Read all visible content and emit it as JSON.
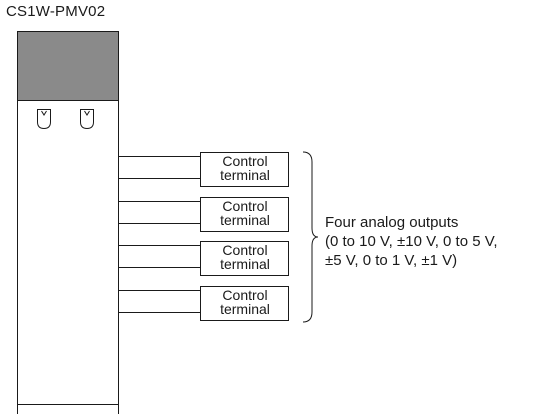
{
  "module": {
    "title": "CS1W-PMV02"
  },
  "terminals": [
    {
      "label_line1": "Control",
      "label_line2": "terminal"
    },
    {
      "label_line1": "Control",
      "label_line2": "terminal"
    },
    {
      "label_line1": "Control",
      "label_line2": "terminal"
    },
    {
      "label_line1": "Control",
      "label_line2": "terminal"
    }
  ],
  "outputs_description": {
    "line1": "Four analog outputs",
    "line2": "(0 to 10 V, ±10 V, 0 to 5 V,",
    "line3": "±5 V, 0 to 1 V, ±1 V)"
  },
  "colors": {
    "module_header": "#8a8a8a",
    "line": "#1a1a1a",
    "background": "#ffffff"
  }
}
